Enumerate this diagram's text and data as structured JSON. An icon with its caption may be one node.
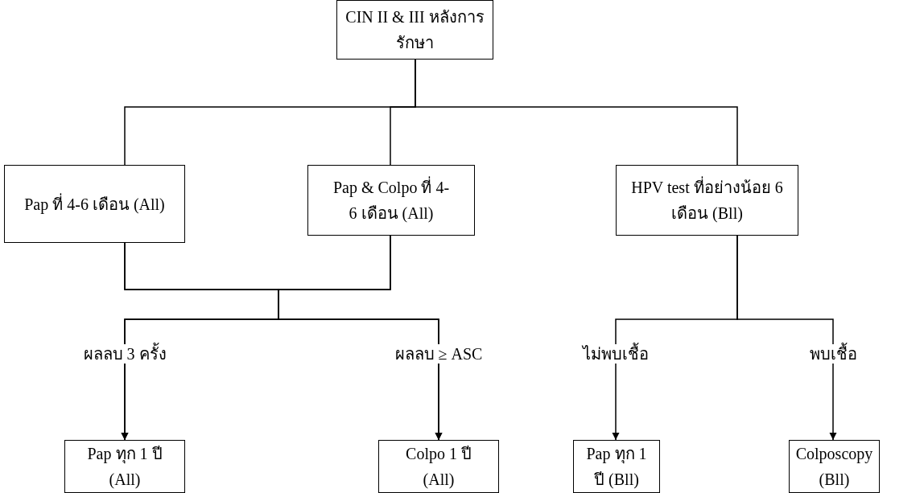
{
  "diagram": {
    "nodes": [
      {
        "text": [
          "CIN II & III หลังการรักษา"
        ]
      },
      {
        "text": [
          "Pap ที่ 4-6 เดือน (All)"
        ]
      },
      {
        "text": [
          "Pap & Colpo ที่ 4-6 เดือน (All)"
        ]
      },
      {
        "text": [
          "HPV test ที่อย่างน้อย 6 เดือน (Bll)"
        ]
      },
      {
        "text": [
          "Pap ทุก 1 ปี (All)"
        ]
      },
      {
        "text": [
          "Colpo 1 ปี (All)"
        ]
      },
      {
        "text": [
          "Pap ทุก 1 ปี (Bll)"
        ]
      },
      {
        "text": [
          "Colposcopy (Bll)"
        ]
      }
    ],
    "edges": [
      {
        "from": 0,
        "to": 1,
        "arrow": "none"
      },
      {
        "from": 0,
        "to": 2,
        "arrow": "none"
      },
      {
        "from": 0,
        "to": 3,
        "arrow": "none"
      },
      {
        "from": 1,
        "to": 4,
        "arrow": "to",
        "label": "ผลลบ 3 ครั้ง"
      },
      {
        "from": 1,
        "to": 5,
        "arrow": "to"
      },
      {
        "from": 2,
        "to": 4,
        "arrow": "to"
      },
      {
        "from": 2,
        "to": 5,
        "arrow": "to",
        "label": "ผลลบ ≥ ASC"
      },
      {
        "from": 3,
        "to": 6,
        "arrow": "to",
        "label": "ไม่พบเชื้อ"
      },
      {
        "from": 3,
        "to": 7,
        "arrow": "to",
        "label": "พบเชื้อ"
      }
    ]
  }
}
